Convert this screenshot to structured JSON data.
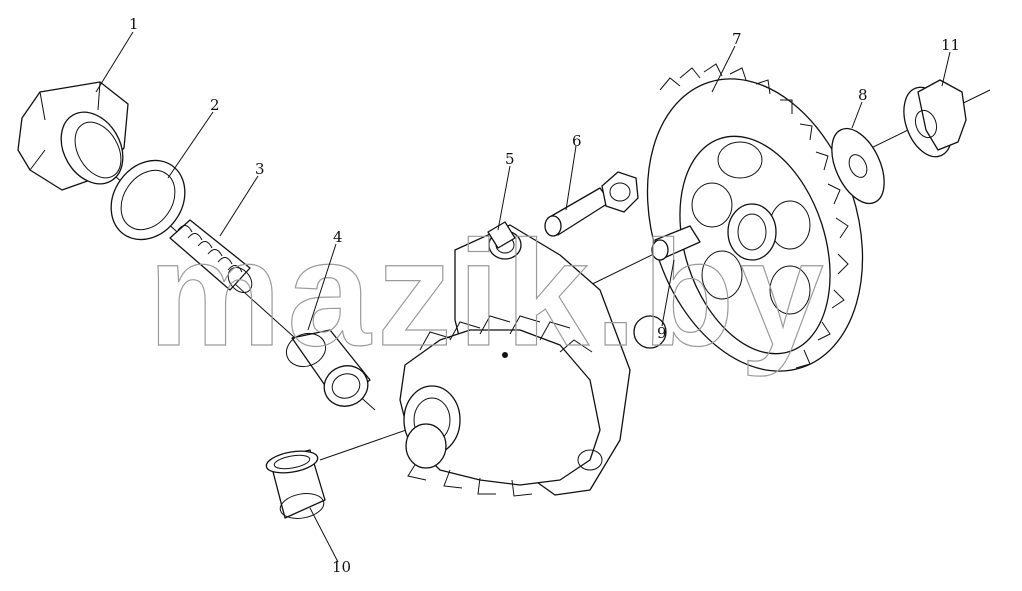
{
  "callouts": {
    "c1": "1",
    "c2": "2",
    "c3": "3",
    "c4": "4",
    "c5": "5",
    "c6": "6",
    "c7": "7",
    "c8": "8",
    "c9": "9",
    "c10": "10",
    "c11": "11"
  },
  "watermark": "mazik.by"
}
